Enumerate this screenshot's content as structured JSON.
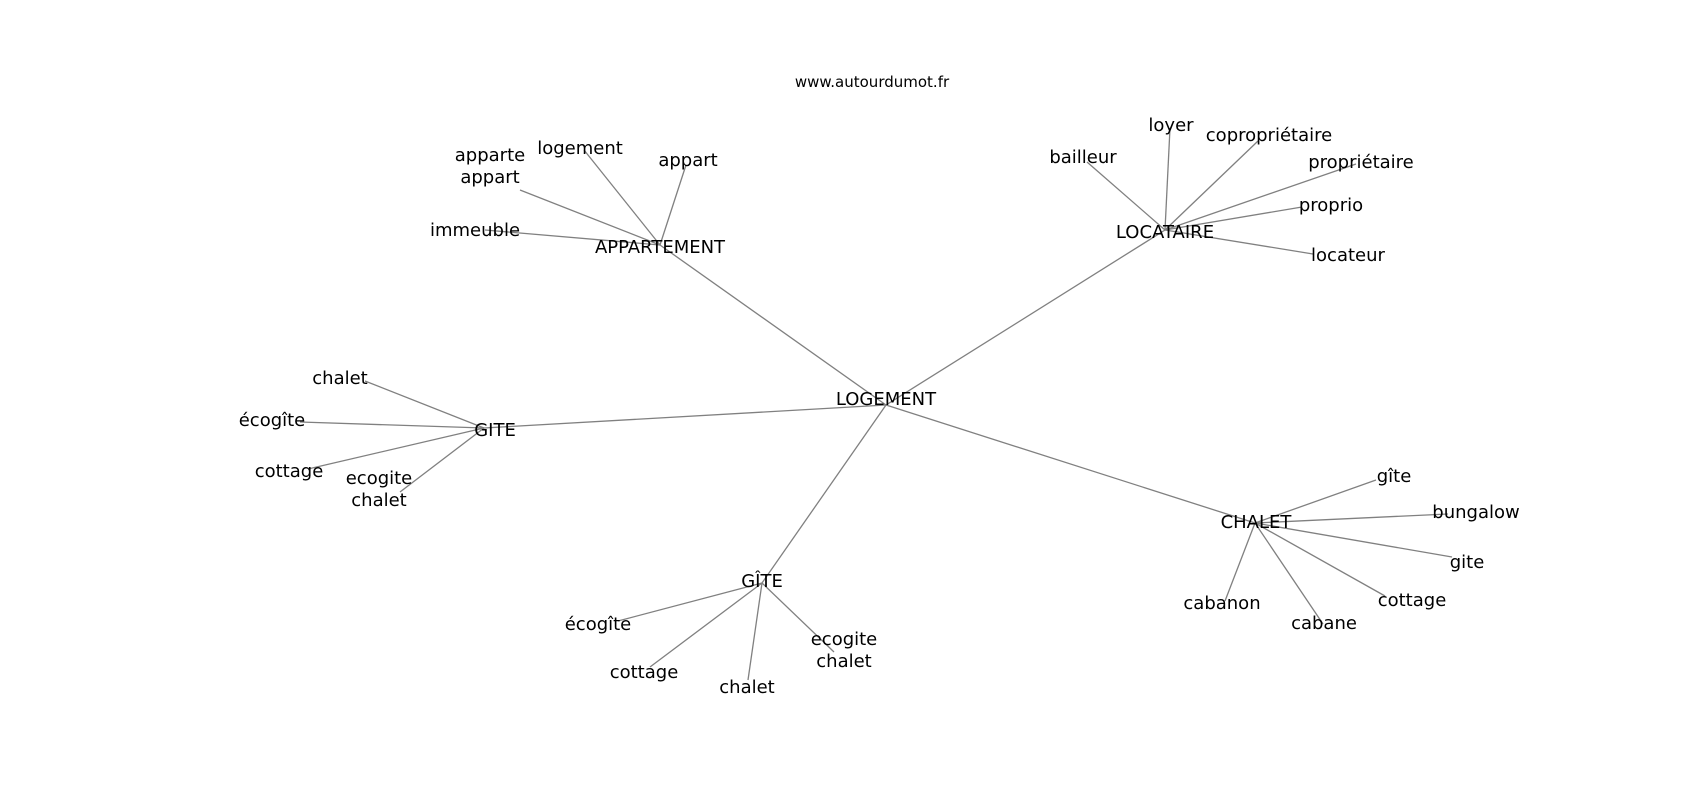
{
  "header": {
    "site": "www.autourdumot.fr"
  },
  "graph": {
    "center": "LOGEMENT",
    "hubs": [
      {
        "id": "appartement",
        "label": "APPARTEMENT",
        "leaves": [
          {
            "id": "logement",
            "lines": [
              "logement"
            ]
          },
          {
            "id": "appart",
            "lines": [
              "appart"
            ]
          },
          {
            "id": "apparte-appart",
            "lines": [
              "apparte",
              "appart"
            ]
          },
          {
            "id": "immeuble",
            "lines": [
              "immeuble"
            ]
          }
        ]
      },
      {
        "id": "locataire",
        "label": "LOCATAIRE",
        "leaves": [
          {
            "id": "bailleur",
            "lines": [
              "bailleur"
            ]
          },
          {
            "id": "loyer",
            "lines": [
              "loyer"
            ]
          },
          {
            "id": "coproprietaire",
            "lines": [
              "copropriétaire"
            ]
          },
          {
            "id": "proprietaire",
            "lines": [
              "propriétaire"
            ]
          },
          {
            "id": "proprio",
            "lines": [
              "proprio"
            ]
          },
          {
            "id": "locateur",
            "lines": [
              "locateur"
            ]
          }
        ]
      },
      {
        "id": "gite-upper",
        "label": "GITE",
        "leaves": [
          {
            "id": "chalet",
            "lines": [
              "chalet"
            ]
          },
          {
            "id": "ecogite-accent",
            "lines": [
              "écogîte"
            ]
          },
          {
            "id": "cottage",
            "lines": [
              "cottage"
            ]
          },
          {
            "id": "ecogite-chalet",
            "lines": [
              "ecogite",
              "chalet"
            ]
          }
        ]
      },
      {
        "id": "gite-accent",
        "label": "GÎTE",
        "leaves": [
          {
            "id": "ecogite-accent",
            "lines": [
              "écogîte"
            ]
          },
          {
            "id": "cottage",
            "lines": [
              "cottage"
            ]
          },
          {
            "id": "chalet",
            "lines": [
              "chalet"
            ]
          },
          {
            "id": "ecogite-chalet",
            "lines": [
              "ecogite",
              "chalet"
            ]
          }
        ]
      },
      {
        "id": "chalet-hub",
        "label": "CHALET",
        "leaves": [
          {
            "id": "gite-accent",
            "lines": [
              "gîte"
            ]
          },
          {
            "id": "bungalow",
            "lines": [
              "bungalow"
            ]
          },
          {
            "id": "gite",
            "lines": [
              "gite"
            ]
          },
          {
            "id": "cottage",
            "lines": [
              "cottage"
            ]
          },
          {
            "id": "cabane",
            "lines": [
              "cabane"
            ]
          },
          {
            "id": "cabanon",
            "lines": [
              "cabanon"
            ]
          }
        ]
      }
    ]
  }
}
